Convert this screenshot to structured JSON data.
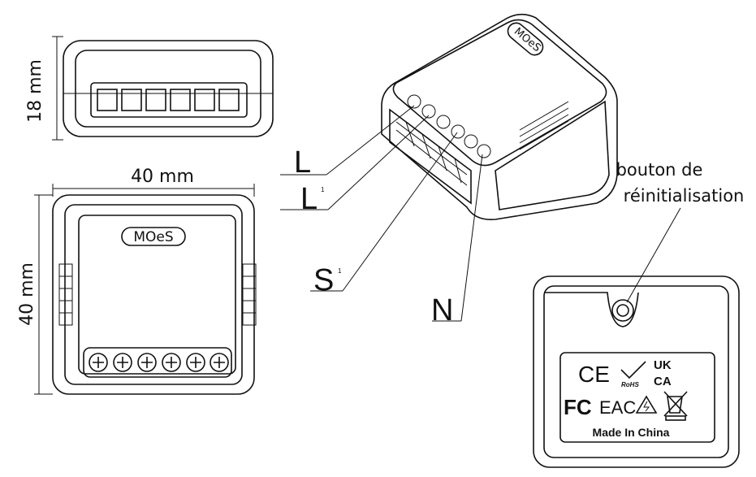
{
  "dimensions": {
    "height_top": "18 mm",
    "width_front": "40 mm",
    "height_front": "40 mm"
  },
  "brand": "MOeS",
  "terminals": {
    "L": "L",
    "L1_main": "L",
    "L1_sub": "1",
    "S1_main": "S",
    "S1_sub": "1",
    "N": "N"
  },
  "reset_label": {
    "line1": "bouton de",
    "line2": "réinitialisation"
  },
  "certifications": {
    "ce": "CE",
    "rohs": "RoHS",
    "ukca_1": "UK",
    "ukca_2": "CA",
    "fc": "FC",
    "eac": "EAC",
    "made_in": "Made In China"
  }
}
